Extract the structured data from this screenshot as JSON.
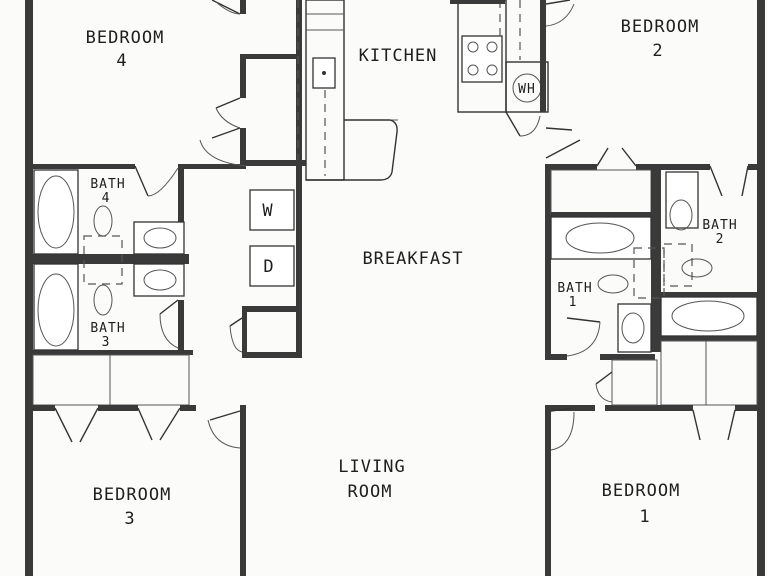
{
  "rooms": {
    "bedroom4": {
      "name": "BEDROOM",
      "number": "4"
    },
    "bedroom2": {
      "name": "BEDROOM",
      "number": "2"
    },
    "bedroom3": {
      "name": "BEDROOM",
      "number": "3"
    },
    "bedroom1": {
      "name": "BEDROOM",
      "number": "1"
    },
    "kitchen": {
      "name": "KITCHEN"
    },
    "breakfast": {
      "name": "BREAKFAST"
    },
    "living": {
      "line1": "LIVING",
      "line2": "ROOM"
    },
    "bath4": {
      "name": "BATH",
      "number": "4"
    },
    "bath3": {
      "name": "BATH",
      "number": "3"
    },
    "bath2": {
      "name": "BATH",
      "number": "2"
    },
    "bath1": {
      "name": "BATH",
      "number": "1"
    }
  },
  "fixtures": {
    "washer": "W",
    "dryer": "D",
    "water_heater": "WH"
  },
  "colors": {
    "wall": "#3a3a3a",
    "paper": "#fbfbfa"
  }
}
